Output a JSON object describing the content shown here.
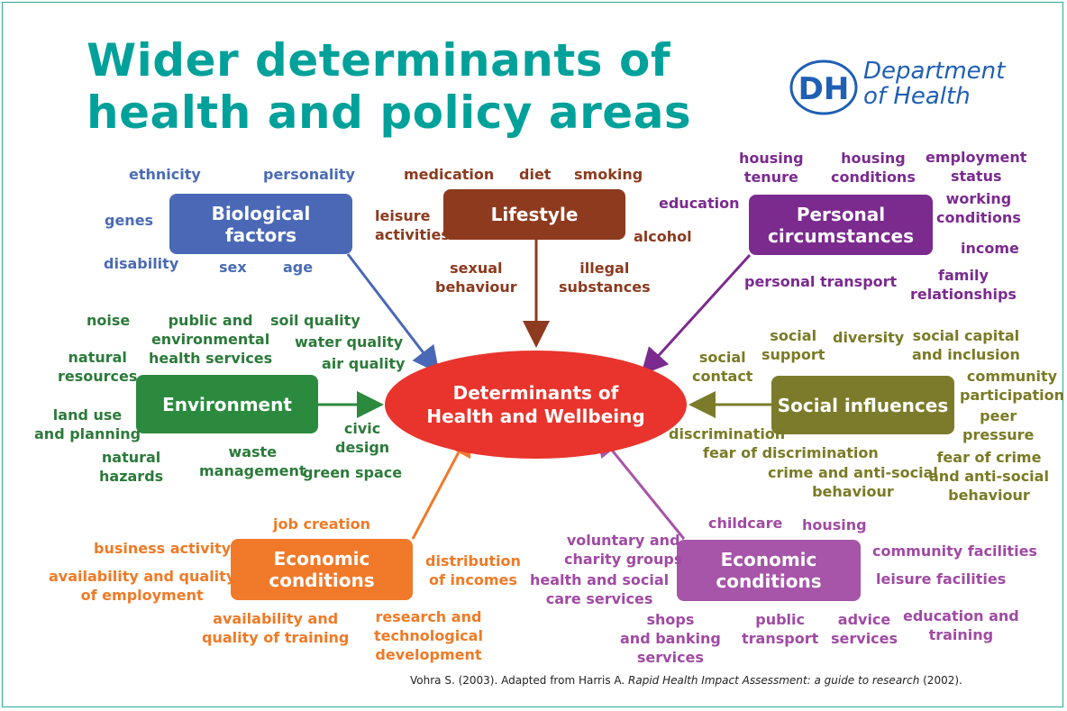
{
  "title": {
    "line1": "Wider determinants of",
    "line2": "health and policy areas"
  },
  "logo": {
    "badge": "DH",
    "line1": "Department",
    "line2": "of Health"
  },
  "colors": {
    "title": "#00a19a",
    "logo": "#1f5fb4",
    "center": "#e8342c",
    "biological": "#4a68b6",
    "lifestyle": "#8e3a1e",
    "personal": "#7b2a8e",
    "environment": "#2b8a3e",
    "social": "#7c7b2b",
    "economic_left": "#f07a2a",
    "economic_right": "#a655a8"
  },
  "center": {
    "line1": "Determinants of",
    "line2": "Health and Wellbeing"
  },
  "boxes": {
    "biological": {
      "line1": "Biological",
      "line2": "factors"
    },
    "lifestyle": {
      "line1": "Lifestyle"
    },
    "personal": {
      "line1": "Personal",
      "line2": "circumstances"
    },
    "environment": {
      "line1": "Environment"
    },
    "social": {
      "line1": "Social influences"
    },
    "economic_left": {
      "line1": "Economic",
      "line2": "conditions"
    },
    "economic_right": {
      "line1": "Economic",
      "line2": "conditions"
    }
  },
  "biological": {
    "ethnicity": "ethnicity",
    "personality": "personality",
    "genes": "genes",
    "disability": "disability",
    "sex": "sex",
    "age": "age"
  },
  "lifestyle": {
    "medication": "medication",
    "diet": "diet",
    "smoking": "smoking",
    "leisure1": "leisure",
    "leisure2": "activities",
    "alcohol": "alcohol",
    "sexual1": "sexual",
    "sexual2": "behaviour",
    "illegal1": "illegal",
    "illegal2": "substances"
  },
  "personal": {
    "tenure1": "housing",
    "tenure2": "tenure",
    "cond1": "housing",
    "cond2": "conditions",
    "emp1": "employment",
    "emp2": "status",
    "education": "education",
    "work1": "working",
    "work2": "conditions",
    "income": "income",
    "family1": "family",
    "family2": "relationships",
    "transport": "personal transport"
  },
  "environment": {
    "noise": "noise",
    "public1": "public and",
    "public2": "environmental",
    "public3": "health services",
    "soil": "soil quality",
    "water": "water quality",
    "air": "air quality",
    "natres1": "natural",
    "natres2": "resources",
    "land1": "land use",
    "land2": "and planning",
    "haz1": "natural",
    "haz2": "hazards",
    "waste1": "waste",
    "waste2": "management",
    "civic1": "civic",
    "civic2": "design",
    "green": "green space"
  },
  "social": {
    "support1": "social",
    "support2": "support",
    "diversity": "diversity",
    "capital1": "social capital",
    "capital2": "and inclusion",
    "contact1": "social",
    "contact2": "contact",
    "community1": "community",
    "community2": "participation",
    "peer1": "peer",
    "peer2": "pressure",
    "discrimination": "discrimination",
    "fear": "fear of discrimination",
    "crime1": "crime and anti-social",
    "crime2": "behaviour",
    "fearcrime1": "fear of crime",
    "fearcrime2": "and anti-social",
    "fearcrime3": "behaviour"
  },
  "economic_left": {
    "job": "job creation",
    "business": "business activity",
    "avail1": "availability and quality",
    "avail2": "of employment",
    "dist1": "distribution",
    "dist2": "of incomes",
    "train1": "availability and",
    "train2": "quality of training",
    "research1": "research and",
    "research2": "technological",
    "research3": "development"
  },
  "economic_right": {
    "childcare": "childcare",
    "housing": "housing",
    "vol1": "voluntary and",
    "vol2": "charity groups",
    "health1": "health and social",
    "health2": "care services",
    "community": "community facilities",
    "leisure": "leisure facilities",
    "shops1": "shops",
    "shops2": "and banking",
    "shops3": "services",
    "pt1": "public",
    "pt2": "transport",
    "adv1": "advice",
    "adv2": "services",
    "edu1": "education and",
    "edu2": "training"
  },
  "citation": {
    "pre": "Vohra S. (2003). Adapted from Harris A. ",
    "work": "Rapid Health Impact Assessment: a guide to research",
    "post": " (2002)."
  }
}
